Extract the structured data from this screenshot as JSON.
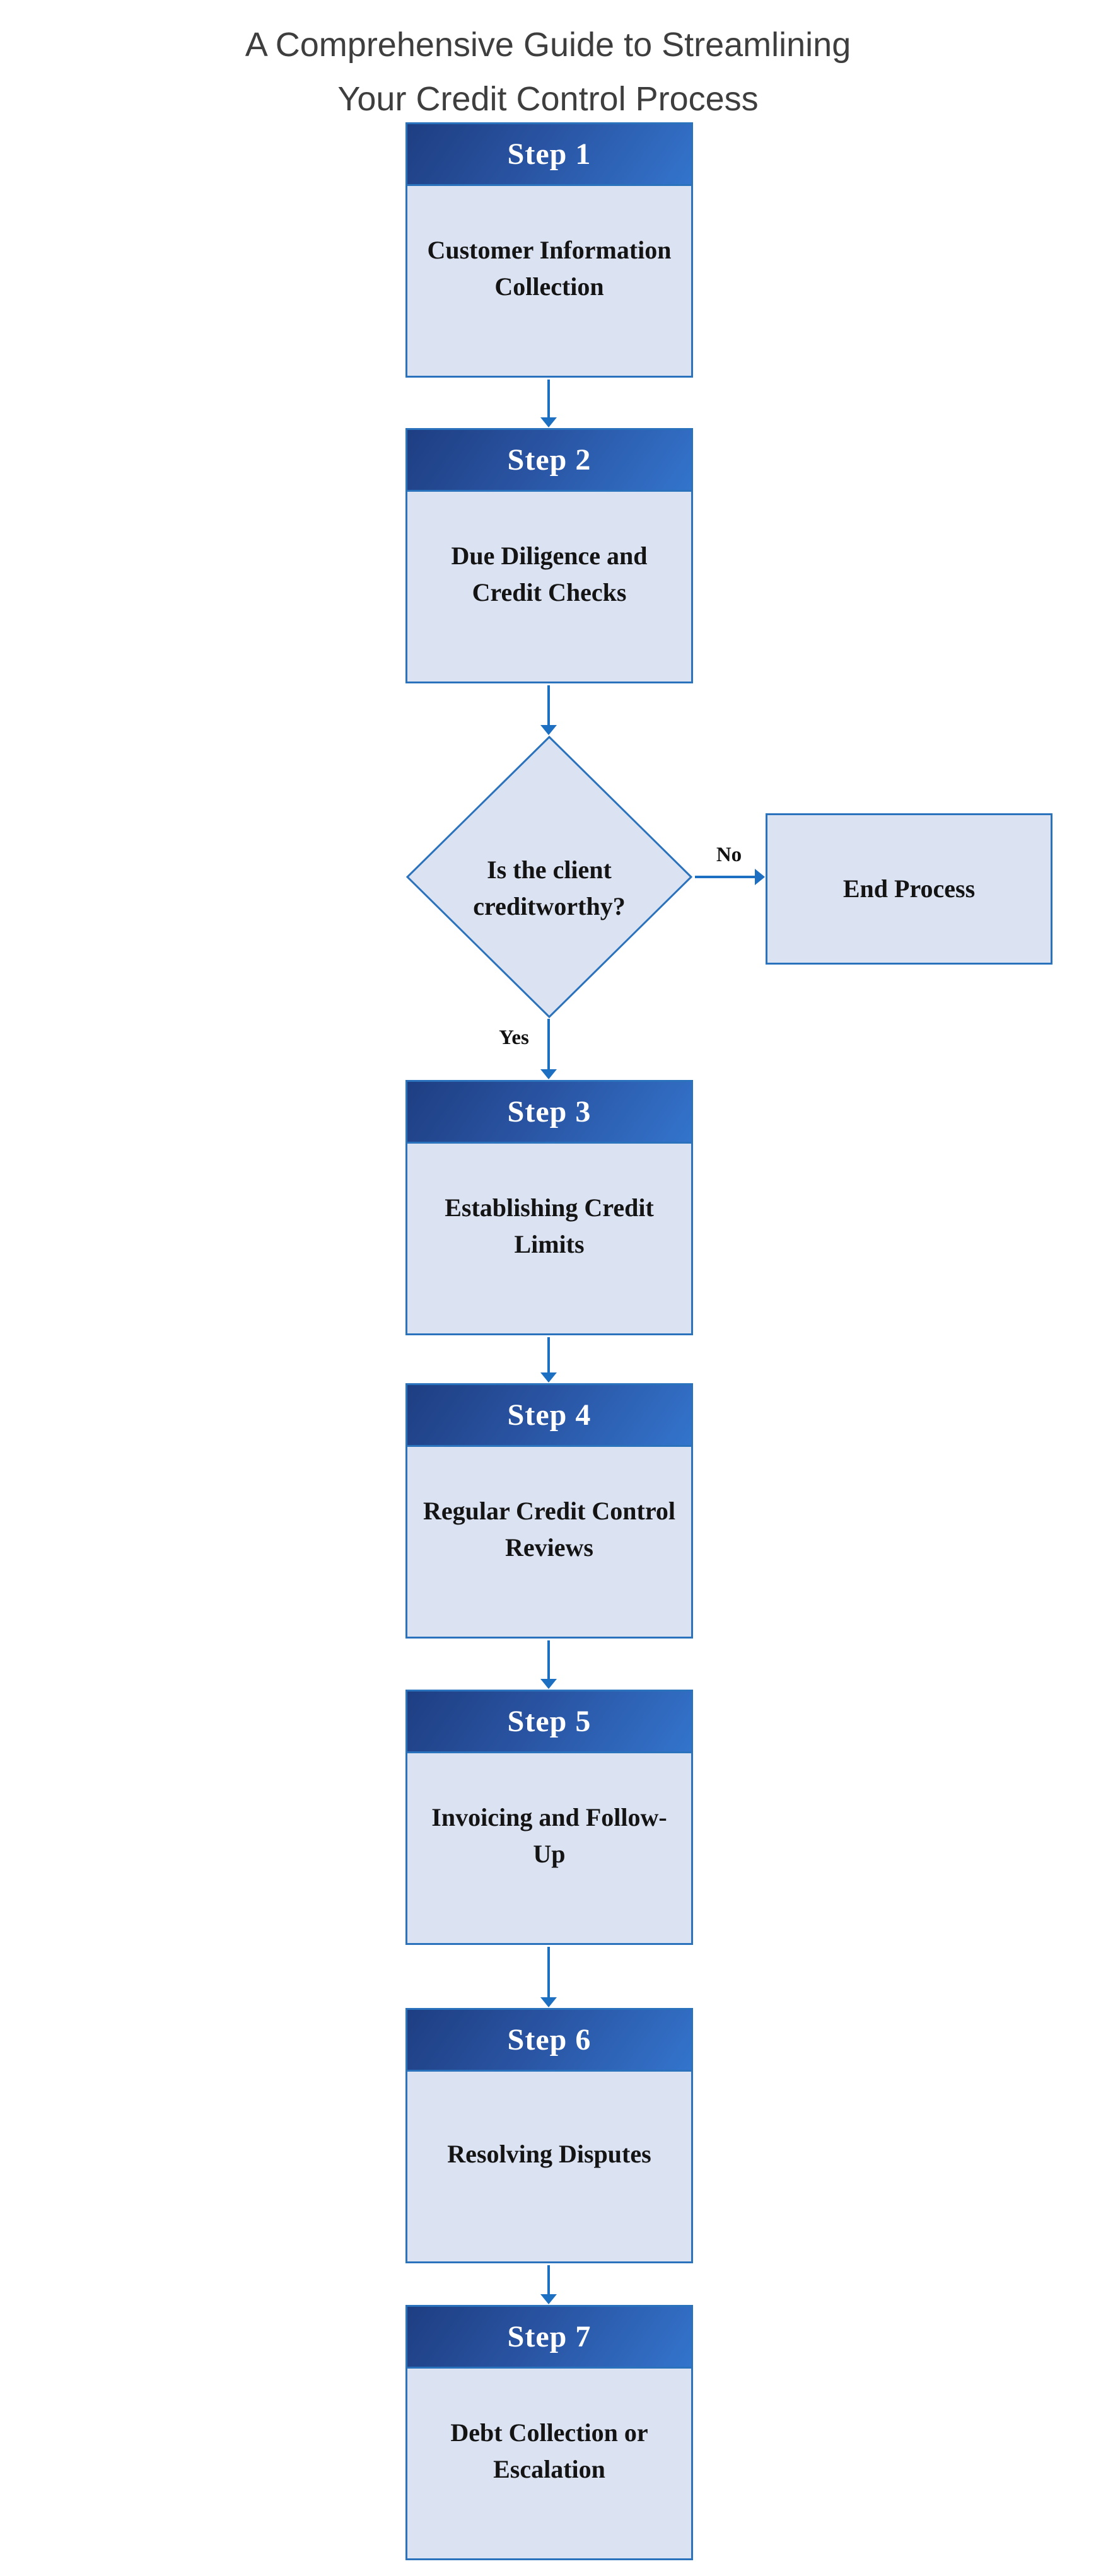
{
  "title": {
    "text": "A Comprehensive Guide to Streamlining\nYour Credit Control Process"
  },
  "steps": [
    {
      "label": "Step 1",
      "text": "Customer Information\nCollection"
    },
    {
      "label": "Step 2",
      "text": "Due Diligence and\nCredit Checks"
    },
    {
      "label": "Step 3",
      "text": "Establishing Credit\nLimits"
    },
    {
      "label": "Step 4",
      "text": "Regular Credit Control\nReviews"
    },
    {
      "label": "Step 5",
      "text": "Invoicing and Follow-\nUp"
    },
    {
      "label": "Step 6",
      "text": "Resolving Disputes"
    },
    {
      "label": "Step 7",
      "text": "Debt Collection or\nEscalation"
    }
  ],
  "decision": {
    "question": "Is the client\ncreditworthy?",
    "yes_label": "Yes",
    "no_label": "No"
  },
  "end_box": {
    "text": "End Process"
  },
  "colors": {
    "header_gradient_start": "#1e3e82",
    "header_gradient_end": "#3374cc",
    "box_fill": "#dbe2f2",
    "box_border": "#2a72bc",
    "arrow": "#1d6fc2",
    "title_text": "#3e3e3e",
    "body_text": "#141414",
    "header_text": "#ffffff"
  }
}
